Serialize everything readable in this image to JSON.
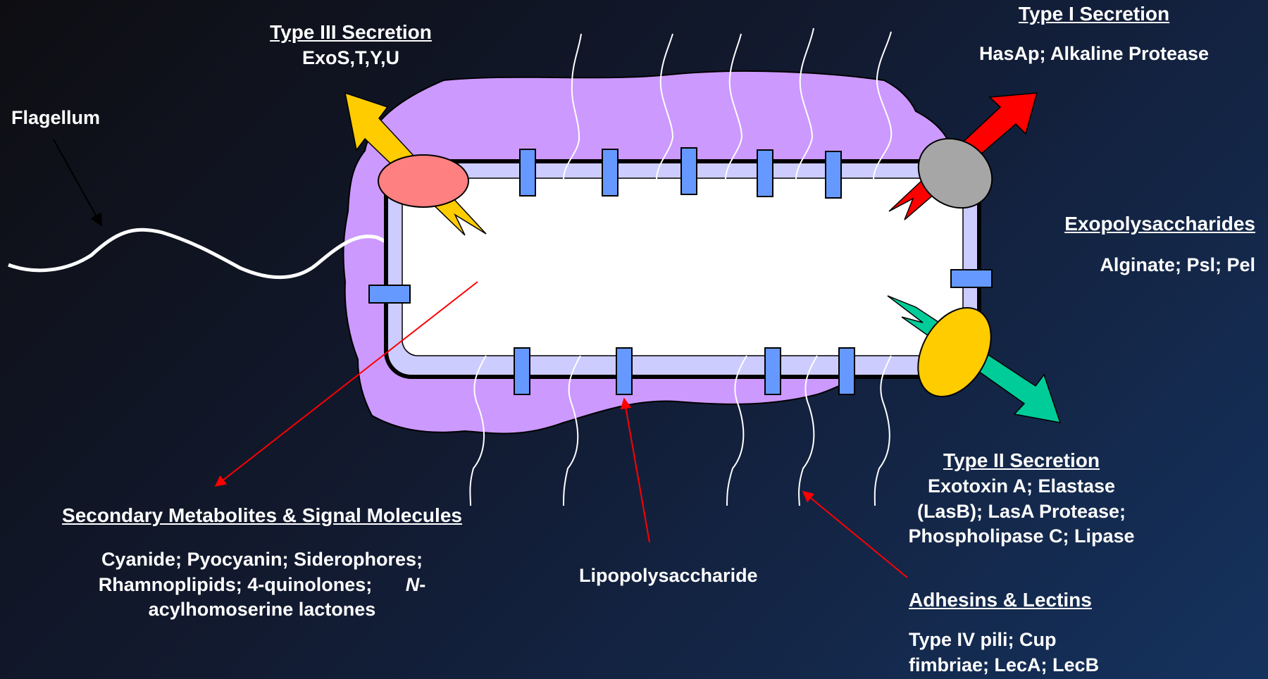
{
  "labels": {
    "type3_title": "Type III Secretion",
    "type3_body": "ExoS,T,Y,U",
    "type1_title": "Type I Secretion",
    "type1_body": "HasAp; Alkaline Protease",
    "flagellum": "Flagellum",
    "exopoly_title": "Exopolysaccharides",
    "exopoly_body": "Alginate;  Psl; Pel",
    "type2_title": "Type II Secretion",
    "type2_body_1": "Exotoxin A; Elastase",
    "type2_body_2": "(LasB); LasA Protease;",
    "type2_body_3": "Phospholipase C; Lipase",
    "secondary_title": "Secondary Metabolites & Signal Molecules",
    "secondary_body_1": "Cyanide; Pyocyanin; Siderophores;",
    "secondary_body_2a": "Rhamnoplipids; 4-quinolones;",
    "secondary_body_2b": "N",
    "secondary_body_2c": "-",
    "secondary_body_3": "acylhomoserine lactones",
    "lps": "Lipopolysaccharide",
    "adhesins_title": "Adhesins & Lectins",
    "adhesins_body_1": "Type IV pili; Cup",
    "adhesins_body_2": "fimbriae; LecA; LecB"
  },
  "colors": {
    "capsule": "#cc99ff",
    "membrane": "#ccccff",
    "cytoplasm": "#ffffff",
    "porin": "#6699ff",
    "type3_arrow": "#ffcc00",
    "type3_pore": "#ff8080",
    "type1_arrow": "#ff0000",
    "type1_pore": "#a6a6a6",
    "type2_arrow": "#00cc99",
    "type2_pore": "#ffcc00",
    "pointer": "#ff0000"
  }
}
